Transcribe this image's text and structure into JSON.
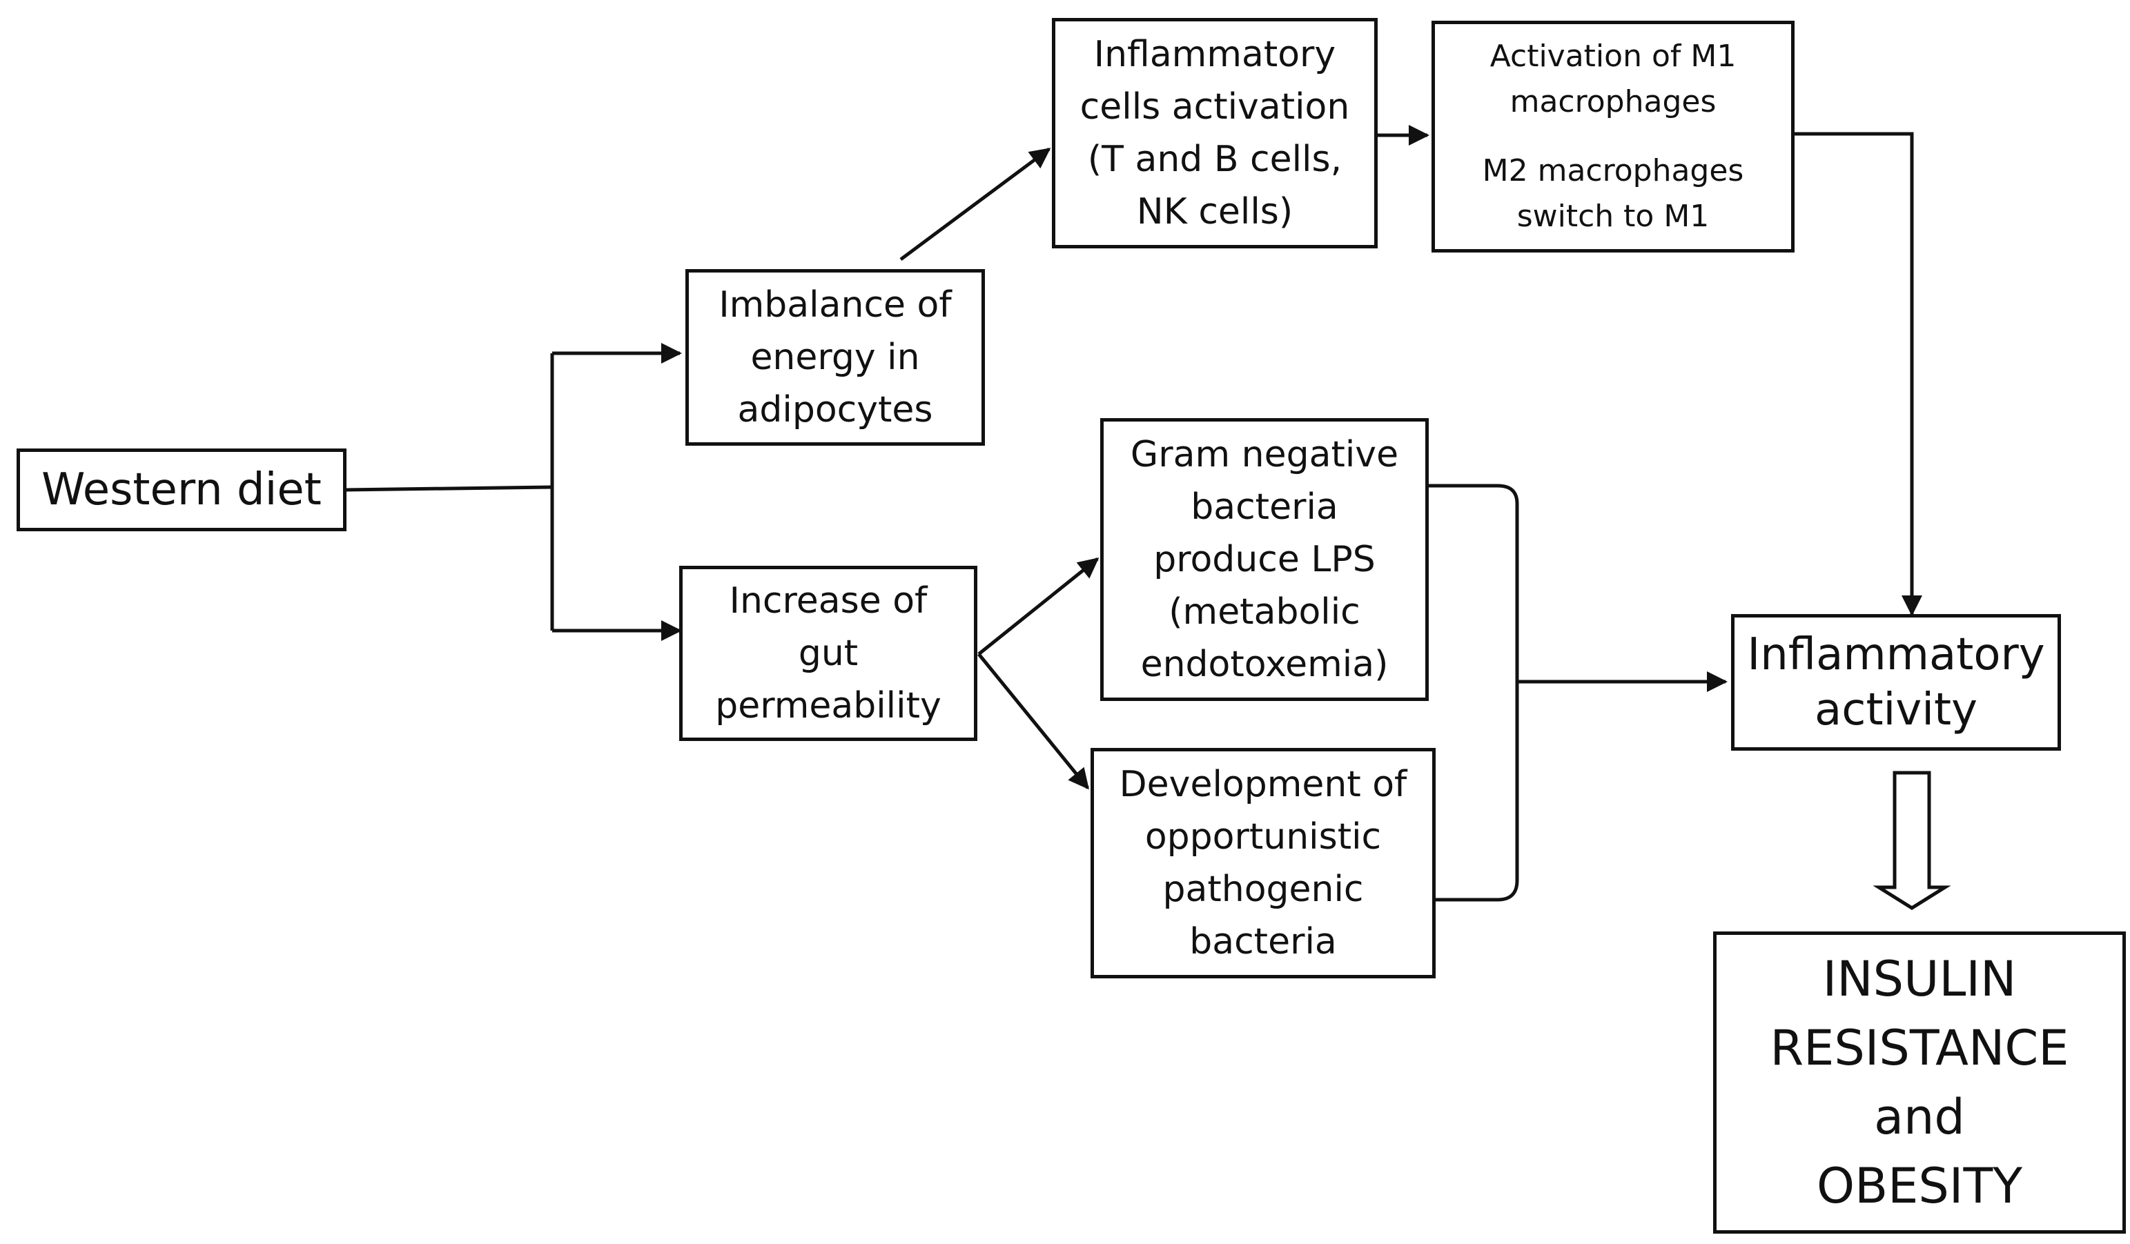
{
  "nodes": {
    "western_diet": {
      "lines": [
        "Western diet"
      ]
    },
    "imbalance": {
      "lines": [
        "Imbalance of",
        "energy in",
        "adipocytes"
      ]
    },
    "gut_perm": {
      "lines": [
        "Increase of",
        "gut",
        "permeability"
      ]
    },
    "inflam_cells": {
      "lines": [
        "Inflammatory",
        "cells activation",
        "(T and B cells,",
        "NK cells)"
      ]
    },
    "macrophages": {
      "lines_a": [
        "Activation of M1",
        "macrophages"
      ],
      "lines_b": [
        "M2 macrophages",
        "switch to M1"
      ]
    },
    "gram_neg": {
      "lines": [
        "Gram negative",
        "bacteria",
        "produce LPS",
        "(metabolic",
        "endotoxemia)"
      ]
    },
    "opportunistic": {
      "lines": [
        "Development of",
        "opportunistic",
        "pathogenic",
        "bacteria"
      ]
    },
    "inflam_activity": {
      "lines": [
        "Inflammatory",
        "activity"
      ]
    },
    "insulin": {
      "lines": [
        "INSULIN",
        "RESISTANCE",
        "and",
        "OBESITY"
      ]
    }
  },
  "colors": {
    "stroke": "#111111",
    "background": "#ffffff"
  }
}
